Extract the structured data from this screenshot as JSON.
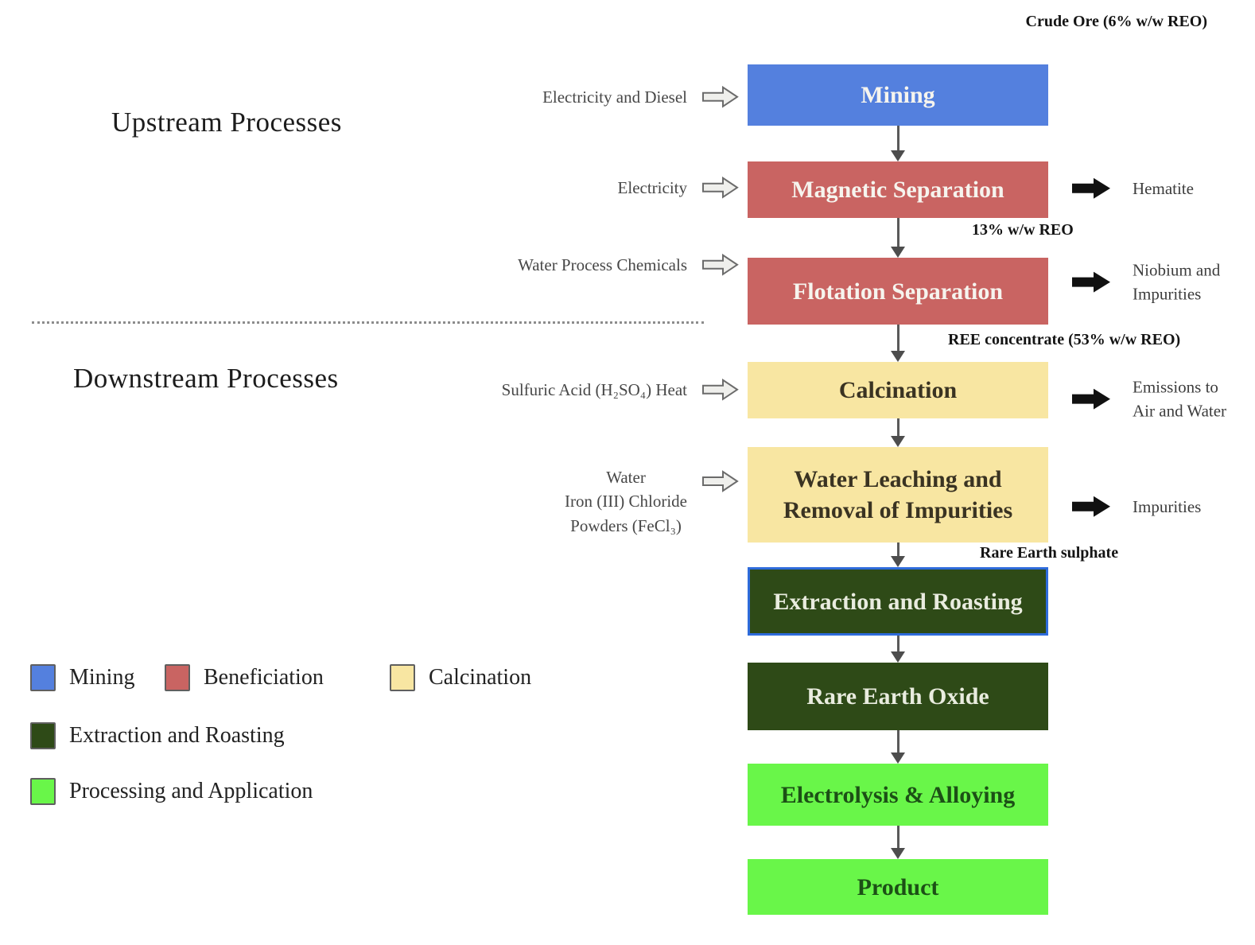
{
  "titles": {
    "upstream": "Upstream Processes",
    "downstream": "Downstream Processes"
  },
  "annotations": {
    "crude_ore": "Crude Ore (6% w/w REO)",
    "reo_13": "13% w/w REO",
    "ree_concentrate": "REE concentrate (53% w/w REO)",
    "rare_earth_sulphate": "Rare Earth sulphate"
  },
  "palette": {
    "mining": "#5480de",
    "beneficiation": "#c96462",
    "calcination": "#f8e6a2",
    "extraction": "#2e4a17",
    "processing": "#69f649",
    "extraction_border": "#2e6bdb"
  },
  "flow": {
    "nodes": [
      {
        "label": "Mining",
        "category": "mining"
      },
      {
        "label": "Magnetic Separation",
        "category": "beneficiation"
      },
      {
        "label": "Flotation Separation",
        "category": "beneficiation"
      },
      {
        "label": "Calcination",
        "category": "calcination"
      },
      {
        "label": "Water Leaching and\nRemoval of Impurities",
        "category": "calcination"
      },
      {
        "label": "Extraction and Roasting",
        "category": "extraction"
      },
      {
        "label": "Rare Earth Oxide",
        "category": "extraction"
      },
      {
        "label": "Electrolysis & Alloying",
        "category": "processing"
      },
      {
        "label": "Product",
        "category": "processing"
      }
    ]
  },
  "inputs": [
    {
      "label": "Electricity and Diesel"
    },
    {
      "label": "Electricity"
    },
    {
      "label": "Water Process Chemicals"
    },
    {
      "label": "Sulfuric Acid (H₂SO₄) Heat"
    },
    {
      "label": "Water\nIron (III) Chloride\nPowders (FeCl₃)"
    }
  ],
  "outputs": [
    {
      "label": "Hematite"
    },
    {
      "label": "Niobium and\nImpurities"
    },
    {
      "label": "Emissions to\nAir and Water"
    },
    {
      "label": "Impurities"
    }
  ],
  "legend": [
    {
      "label": "Mining"
    },
    {
      "label": "Beneficiation"
    },
    {
      "label": "Calcination"
    },
    {
      "label": "Extraction and Roasting"
    },
    {
      "label": "Processing and Application"
    }
  ]
}
